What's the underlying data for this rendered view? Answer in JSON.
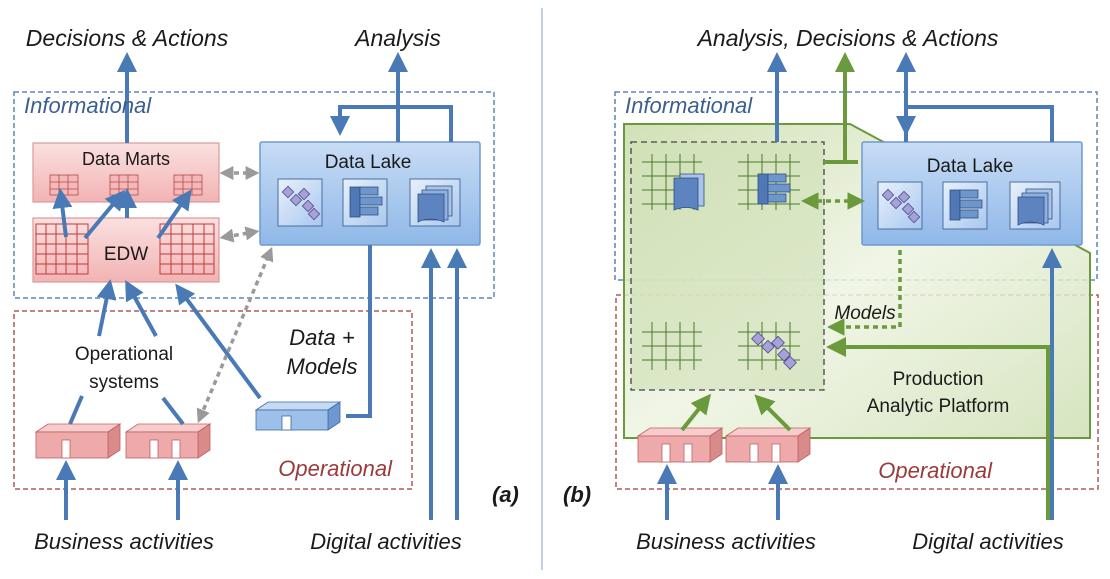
{
  "panel_a": {
    "title_decisions": "Decisions & Actions",
    "title_analysis": "Analysis",
    "zone_informational": "Informational",
    "zone_operational": "Operational",
    "data_marts": "Data Marts",
    "data_lake": "Data Lake",
    "edw": "EDW",
    "operational_systems_line1": "Operational",
    "operational_systems_line2": "systems",
    "data_models_line1": "Data +",
    "data_models_line2": "Models",
    "panel_label": "(a)",
    "business_activities": "Business activities",
    "digital_activities": "Digital activities"
  },
  "panel_b": {
    "title": "Analysis, Decisions & Actions",
    "zone_informational": "Informational",
    "zone_operational": "Operational",
    "data_lake": "Data Lake",
    "models": "Models",
    "platform_line1": "Production",
    "platform_line2": "Analytic Platform",
    "panel_label": "(b)",
    "business_activities": "Business activities",
    "digital_activities": "Digital activities"
  },
  "colors": {
    "blue_arrow": "#4a7ab5",
    "green_arrow": "#6b9a3c",
    "informational_border": "#5b86b8",
    "operational_border": "#b05a5a",
    "informational_text": "#3d5f8f",
    "operational_text": "#9a3b3b",
    "data_lake_fill": "#9cc2ec",
    "red_box_fill": "#f6c9c9",
    "platform_fill": "#d6e5c0",
    "grey_arrow": "#9a9a9a"
  }
}
